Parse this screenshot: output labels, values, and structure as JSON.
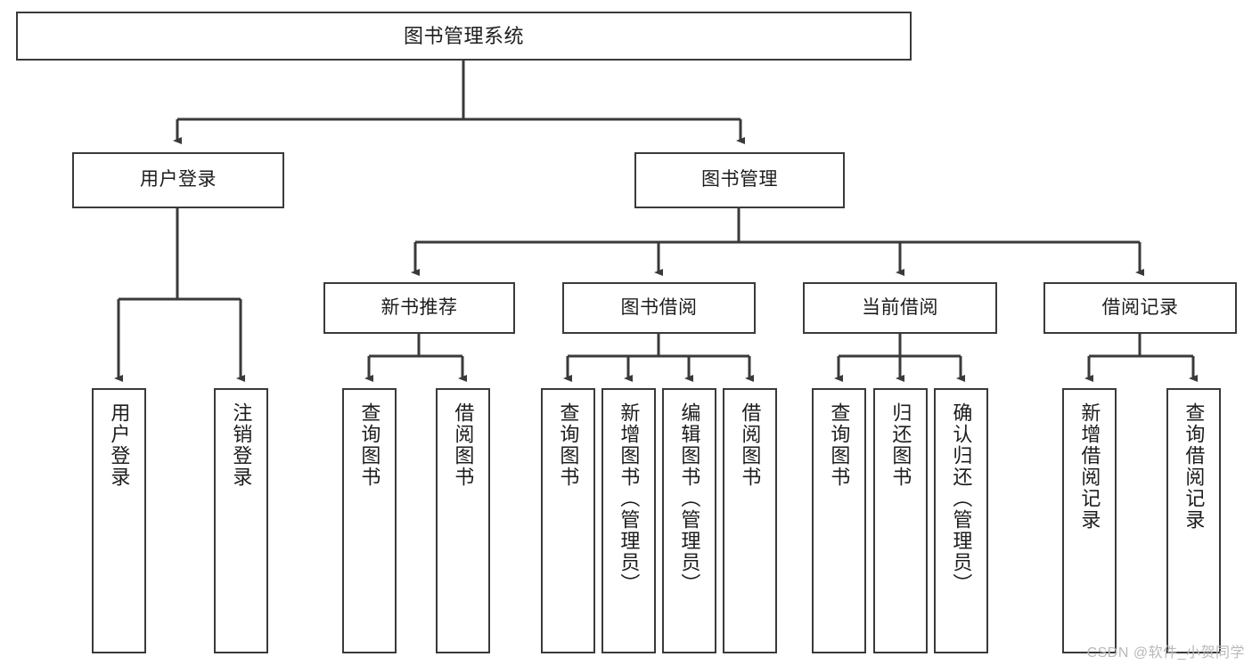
{
  "diagram": {
    "title": "图书管理系统",
    "watermark": "CSDN @软件_小贺同学",
    "accent_color": "#3a3a3a",
    "background_color": "#ffffff",
    "text_color": "#1d1d1d",
    "nodes": {
      "root": "图书管理系统",
      "level2": {
        "user_login": "用户登录",
        "book_manage": "图书管理"
      },
      "level3": {
        "new_book_recommend": "新书推荐",
        "book_borrow": "图书借阅",
        "current_borrow": "当前借阅",
        "borrow_record": "借阅记录"
      },
      "leaves": {
        "login_user_login": "用户登录",
        "login_logout": "注销登录",
        "recommend_query_book": "查询图书",
        "recommend_borrow_book": "借阅图书",
        "borrow_query_book": "查询图书",
        "borrow_add_book": "新增图书（管理员）",
        "borrow_edit_book": "编辑图书（管理员）",
        "borrow_borrow_book": "借阅图书",
        "current_query_book": "查询图书",
        "current_return_book": "归还图书",
        "current_confirm_return": "确认归还（管理员）",
        "record_add_record": "新增借阅记录",
        "record_query_record": "查询借阅记录"
      }
    }
  }
}
